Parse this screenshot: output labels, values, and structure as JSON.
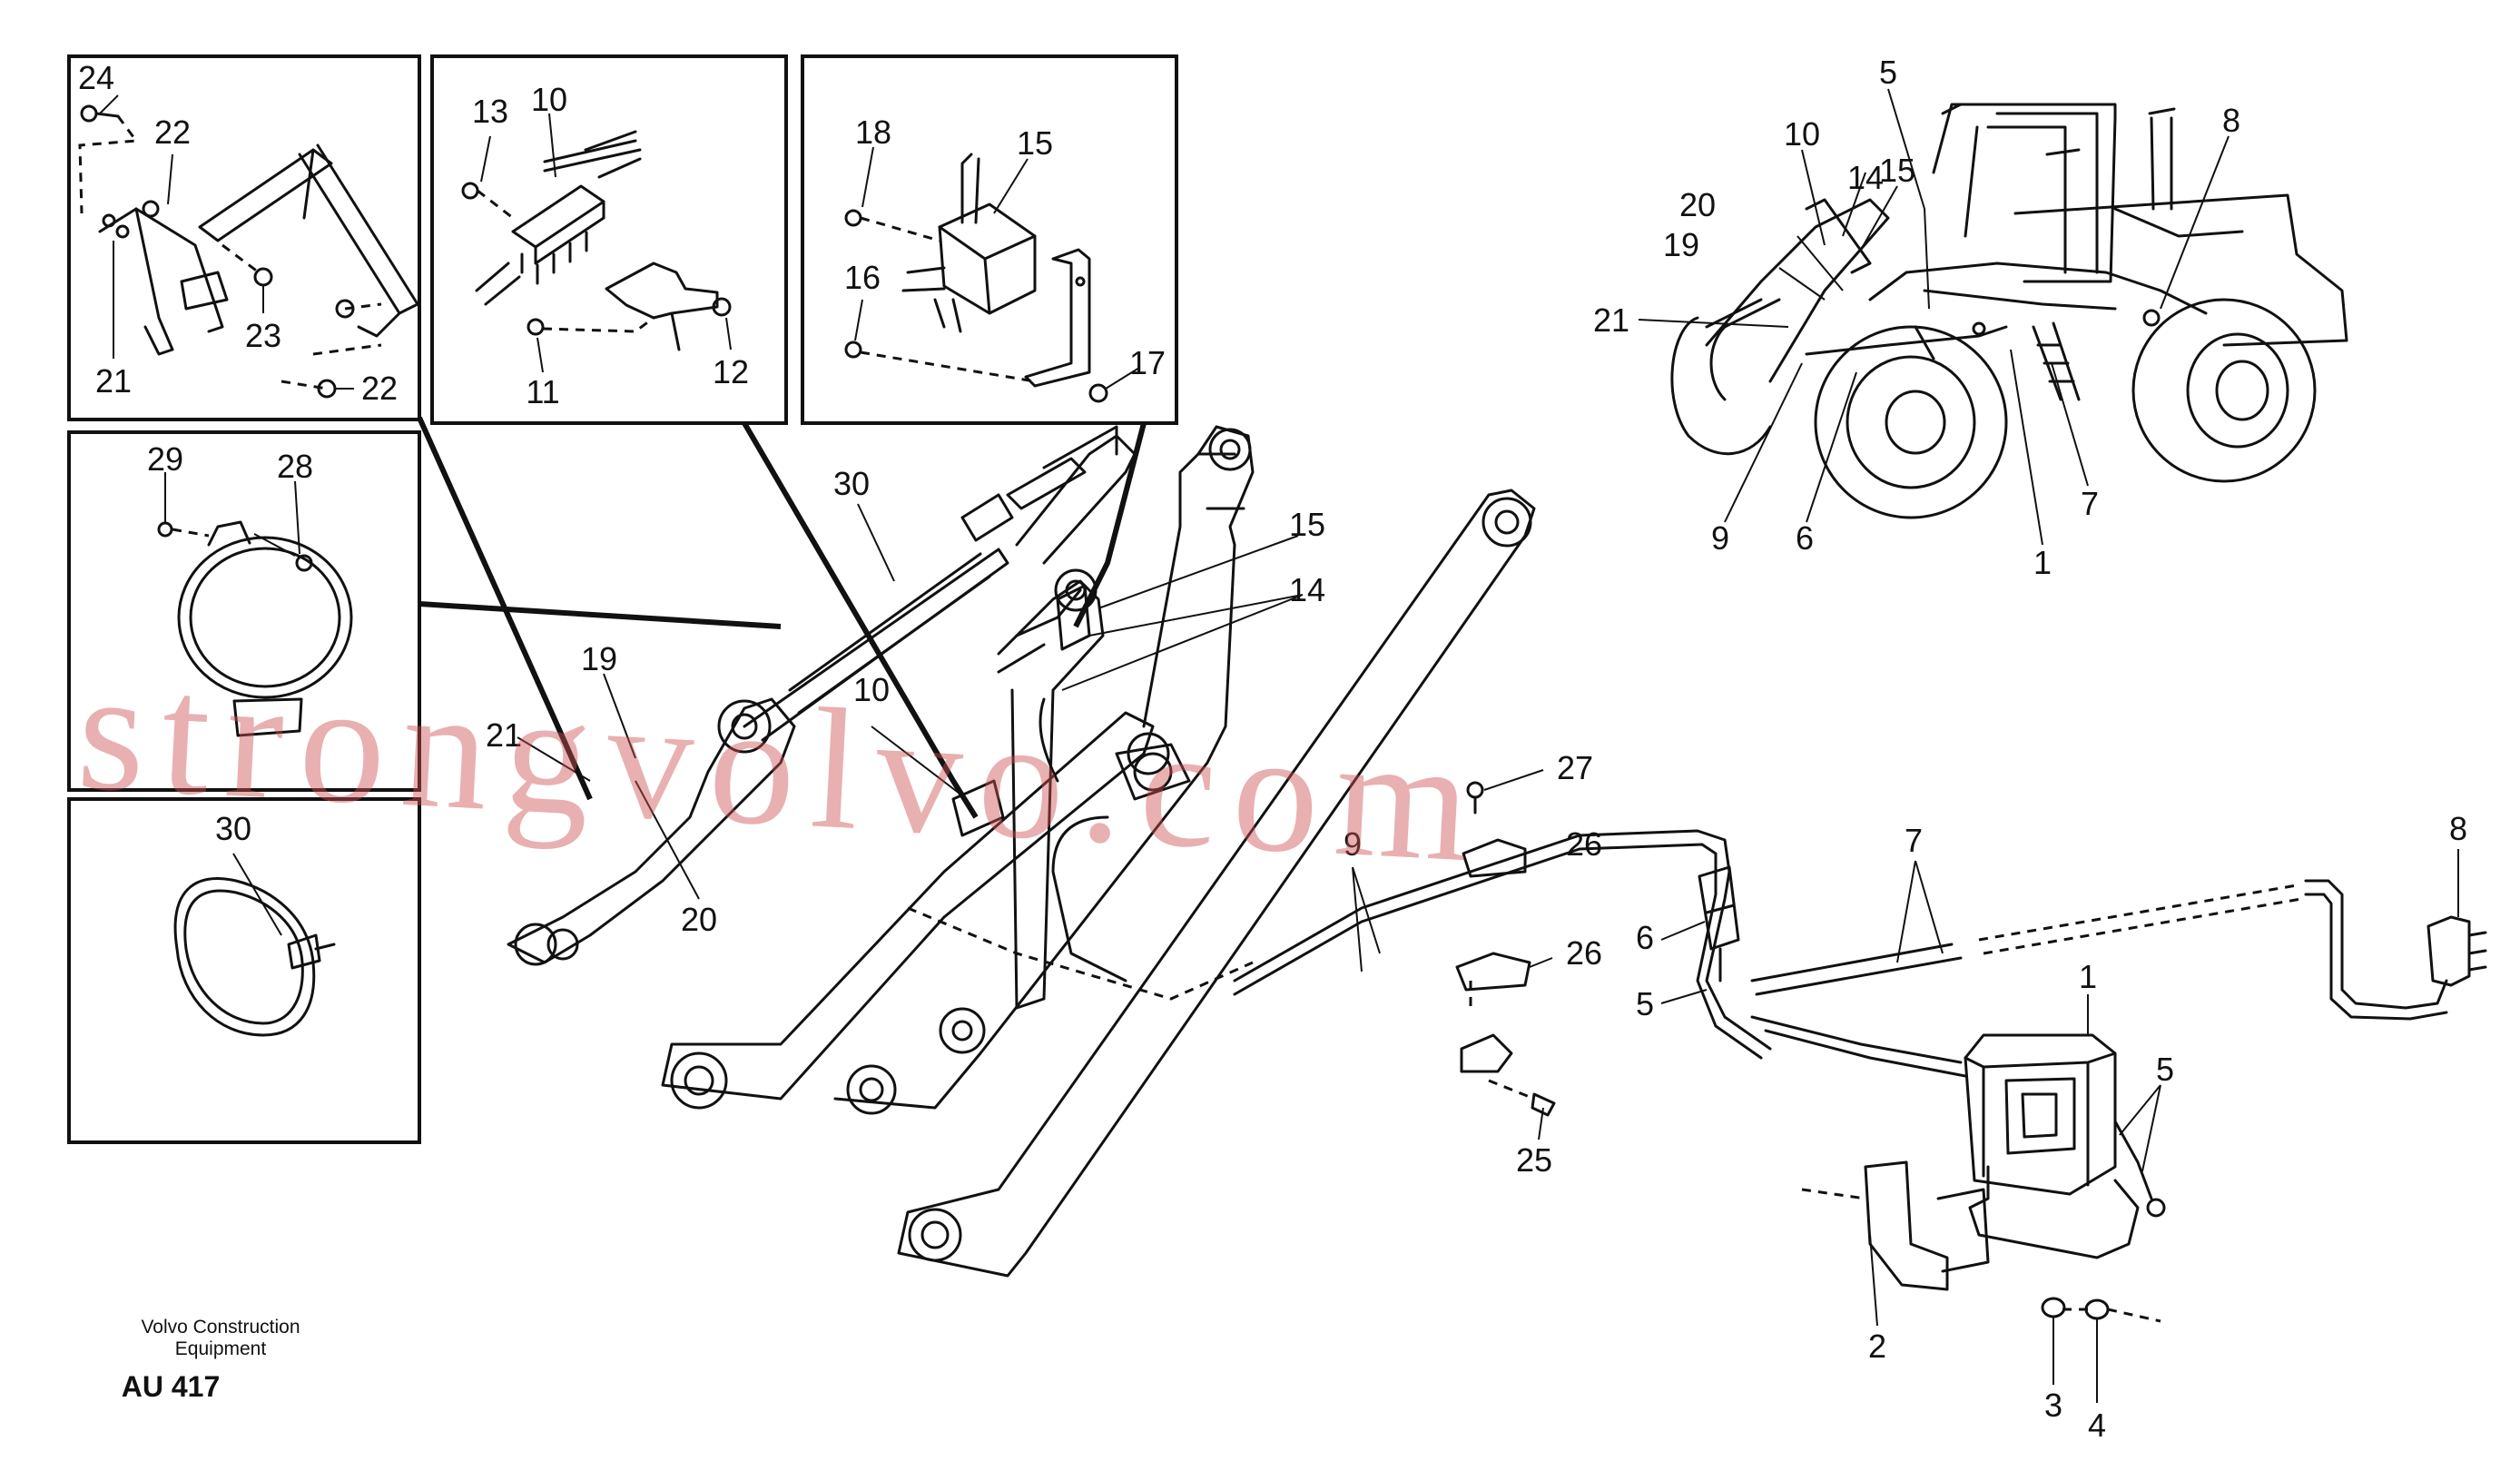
{
  "watermark": "strongvolvo.com",
  "footer": {
    "brand_line1": "Volvo Construction",
    "brand_line2": "Equipment",
    "code": "AU 417"
  },
  "detail_a": {
    "labels": [
      "24",
      "22",
      "23",
      "22",
      "21"
    ]
  },
  "detail_b": {
    "labels": [
      "13",
      "10",
      "11",
      "12"
    ]
  },
  "detail_c": {
    "labels": [
      "18",
      "15",
      "16",
      "17"
    ]
  },
  "detail_d": {
    "labels": [
      "29",
      "28"
    ]
  },
  "detail_e": {
    "labels": [
      "30"
    ]
  },
  "loader_overview": {
    "labels": [
      "5",
      "10",
      "8",
      "20",
      "14",
      "15",
      "19",
      "21",
      "9",
      "6",
      "1",
      "7"
    ]
  },
  "main_view": {
    "labels": [
      "30",
      "15",
      "14",
      "19",
      "21",
      "10",
      "20",
      "27",
      "26",
      "26",
      "25",
      "9",
      "7",
      "8",
      "6",
      "5",
      "1",
      "5",
      "2",
      "3",
      "4"
    ]
  }
}
